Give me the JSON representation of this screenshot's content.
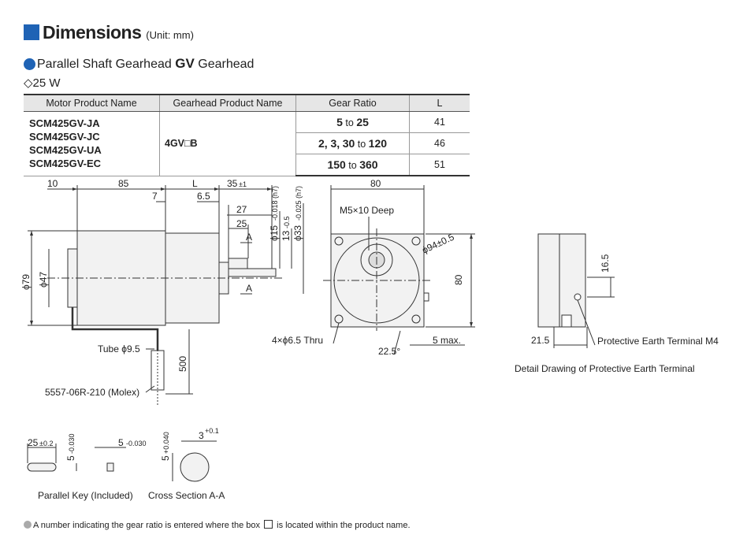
{
  "header": {
    "title": "Dimensions",
    "unit": "(Unit: mm)",
    "subtitle_prefix": "Parallel Shaft Gearhead",
    "subtitle_gv": "GV",
    "subtitle_suffix": "Gearhead",
    "power": "◇25 W"
  },
  "table": {
    "headers": [
      "Motor Product Name",
      "Gearhead Product Name",
      "Gear Ratio",
      "L"
    ],
    "motors": [
      "SCM425GV-JA",
      "SCM425GV-JC",
      "SCM425GV-UA",
      "SCM425GV-EC"
    ],
    "gearhead": "4GV□B",
    "rows": [
      {
        "ratio_a": "5",
        "ratio_to": "to",
        "ratio_b": "25",
        "L": "41"
      },
      {
        "ratio_pre": "2, 3,",
        "ratio_a": "30",
        "ratio_to": "to",
        "ratio_b": "120",
        "L": "46"
      },
      {
        "ratio_a": "150",
        "ratio_to": "to",
        "ratio_b": "360",
        "L": "51"
      }
    ]
  },
  "drawing": {
    "d10": "10",
    "d85": "85",
    "dL": "L",
    "d35": "35",
    "d35tol": "±1",
    "d7": "7",
    "d65": "6.5",
    "d27": "27",
    "d25": "25",
    "secA": "A",
    "phi15": "ϕ15",
    "phi15tol": "-0.018 (h7)",
    "d13": "13",
    "d13tol": "-0.5",
    "phi33": "ϕ33",
    "phi33tol": "-0.025 (h7)",
    "phi79": "ϕ79",
    "phi47": "ϕ47",
    "tube": "Tube ϕ9.5",
    "d500": "500",
    "molex": "5557-06R-210 (Molex)",
    "d80top": "80",
    "m5": "M5×10 Deep",
    "phi94": "ϕ94±0.5",
    "d80right": "80",
    "thru": "4×ϕ6.5 Thru",
    "d225": "22.5°",
    "max5": "5 max.",
    "d165": "16.5",
    "d215": "21.5",
    "earth": "Protective Earth Terminal M4",
    "detail": "Detail Drawing of Protective Earth Terminal",
    "key25": "25",
    "key25tol": "±0.2",
    "key5": "5",
    "key5tol": "-0.030",
    "key5b": "5",
    "key5btol": "-0.030",
    "sec5": "5",
    "sec5tol": "+0.040",
    "sec3": "3",
    "sec3tol": "+0.1",
    "parallelkey": "Parallel Key (Included)",
    "crosssection": "Cross Section A-A"
  },
  "footer": {
    "note_a": "A number indicating the gear ratio is entered where the box",
    "note_b": "is located within the product name."
  },
  "colors": {
    "accent": "#1f63b5",
    "body_fill": "#f2f2f2"
  }
}
